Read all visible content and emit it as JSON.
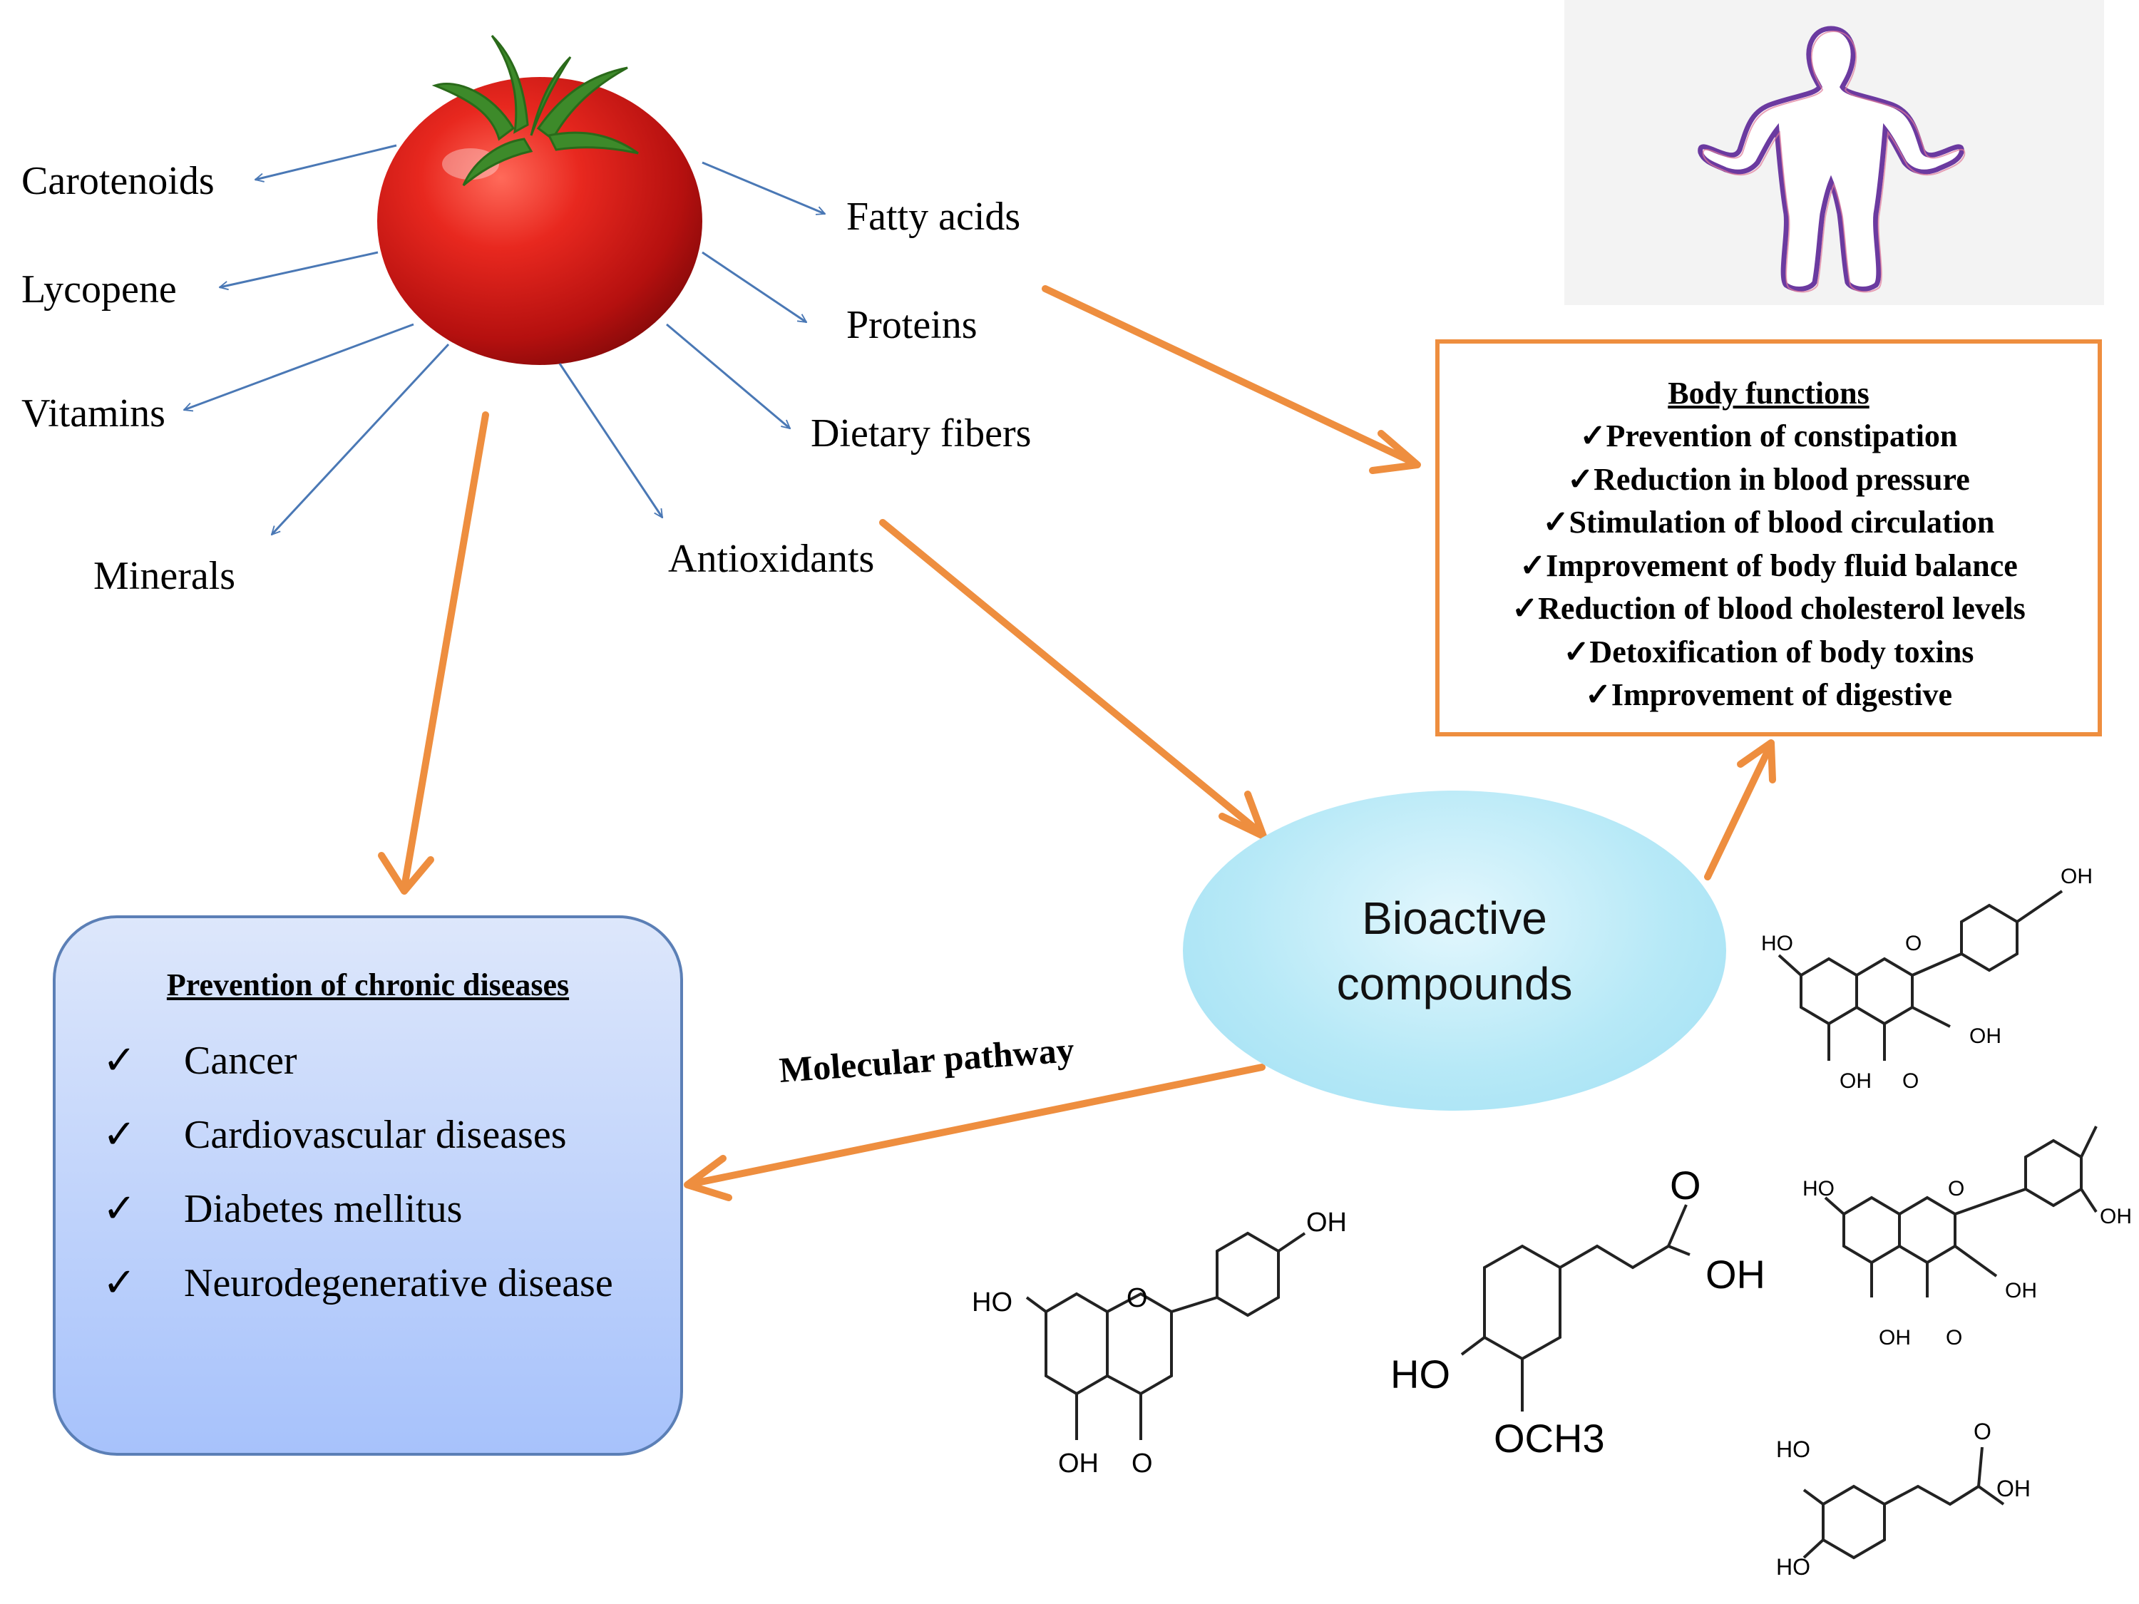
{
  "nutrients": {
    "carotenoids": "Carotenoids",
    "lycopene": "Lycopene",
    "vitamins": "Vitamins",
    "minerals": "Minerals",
    "antioxidants": "Antioxidants",
    "dietary_fibers": "Dietary fibers",
    "proteins": "Proteins",
    "fatty_acids": "Fatty acids"
  },
  "body_functions": {
    "title": "Body functions",
    "items": [
      "✓Prevention of constipation",
      "✓Reduction in blood pressure",
      "✓Stimulation of blood circulation",
      "✓Improvement of body fluid balance",
      "✓Reduction of blood cholesterol levels",
      "✓Detoxification of body toxins",
      "✓Improvement of digestive"
    ]
  },
  "chronic_diseases": {
    "title": "Prevention of chronic diseases",
    "check": "✓",
    "items": [
      "Cancer",
      "Cardiovascular diseases",
      "Diabetes mellitus",
      "Neurodegenerative disease"
    ]
  },
  "bioactive": {
    "line1": "Bioactive",
    "line2": "compounds"
  },
  "molecular_pathway": "Molecular pathway",
  "chem_labels": {
    "oh": "OH",
    "ho": "HO",
    "o": "O",
    "och3": "OCH3"
  },
  "colors": {
    "arrow_orange": "#ee8e3f",
    "arrow_blue": "#4a78b5",
    "tomato_red": "#d81e1e",
    "human_outline": "#6b3aa0"
  }
}
